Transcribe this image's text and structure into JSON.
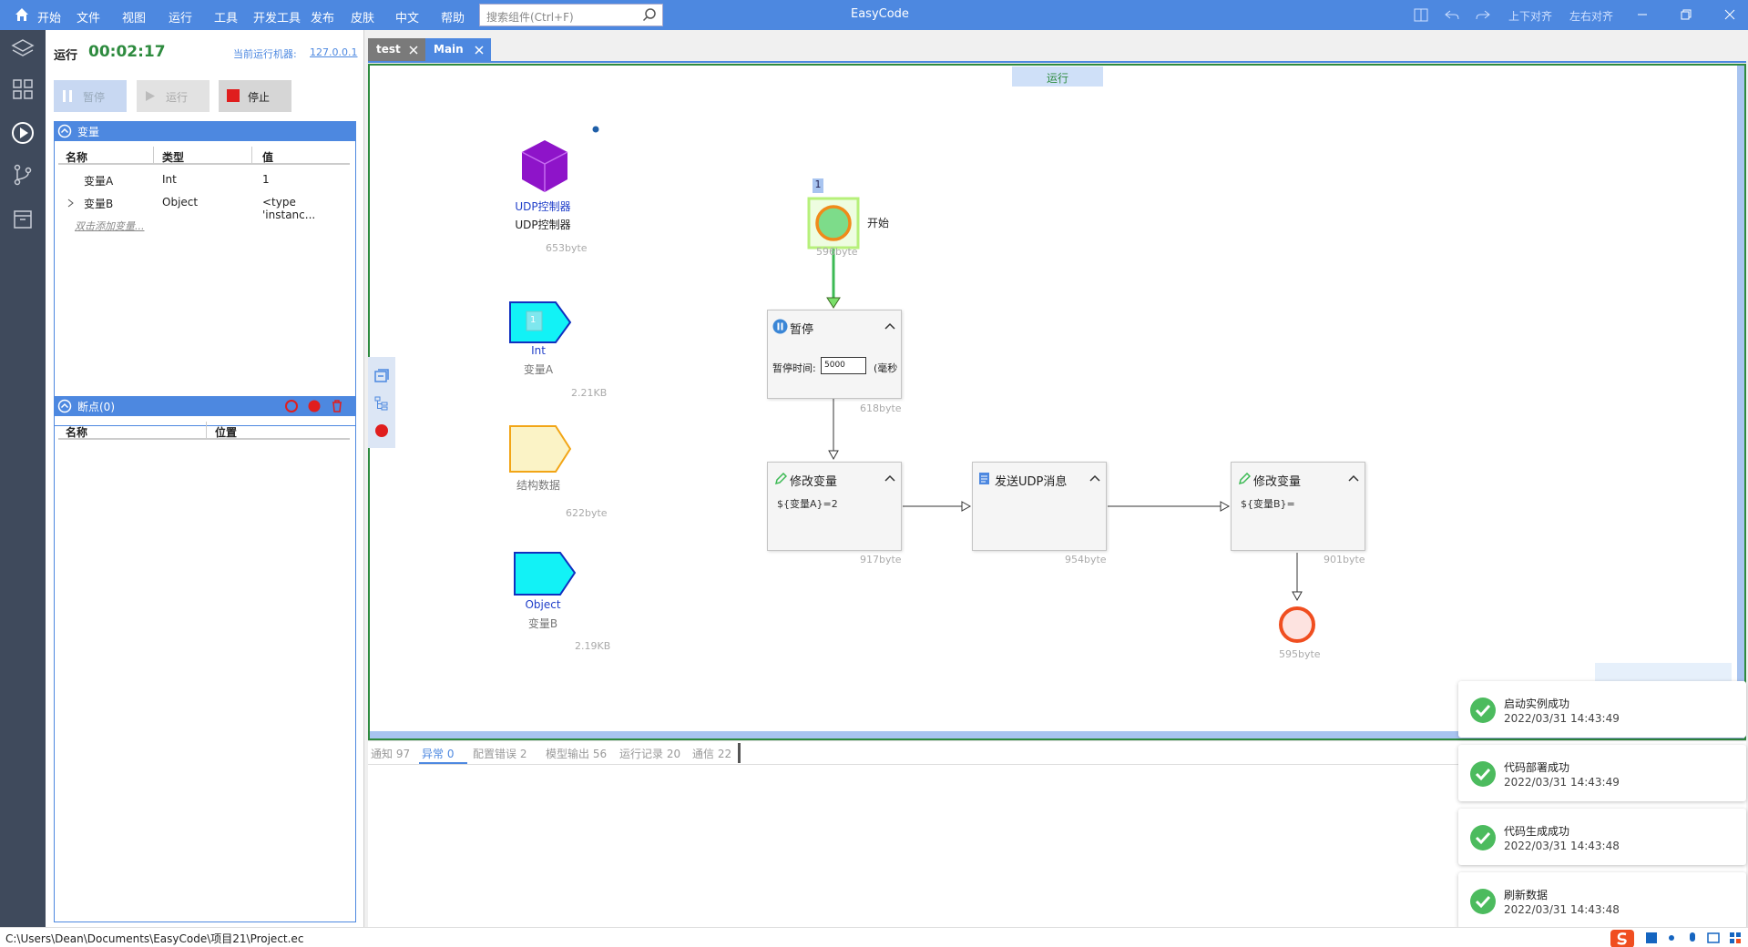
{
  "menu": {
    "home": "开始",
    "file": "文件",
    "view": "视图",
    "run": "运行",
    "tools": "工具",
    "devtools": "开发工具",
    "publish": "发布",
    "skin": "皮肤",
    "lang": "中文",
    "help": "帮助"
  },
  "search": {
    "placeholder": "搜索组件(Ctrl+F)"
  },
  "app_title": "EasyCode",
  "toolbar_right": {
    "align_vertical": "上下对齐",
    "align_horizontal": "左右对齐"
  },
  "run_panel": {
    "status_label": "运行",
    "elapsed": "00:02:17",
    "machine_label": "当前运行机器:",
    "machine_ip": "127.0.0.1",
    "pause_label": "暂停",
    "run_label": "运行",
    "stop_label": "停止"
  },
  "variables": {
    "title": "变量",
    "columns": [
      "名称",
      "类型",
      "值"
    ],
    "rows": [
      {
        "name": "变量A",
        "type": "Int",
        "value": "1"
      },
      {
        "name": "变量B",
        "type": "Object",
        "value": "<type 'instanc..."
      }
    ],
    "add_hint": "双击添加变量..."
  },
  "breakpoints": {
    "title": "断点(0)",
    "columns": [
      "名称",
      "位置"
    ]
  },
  "tabs": [
    {
      "label": "test"
    },
    {
      "label": "Main"
    }
  ],
  "canvas": {
    "run_badge": "运行",
    "components": {
      "udp": {
        "label": "UDP控制器",
        "sublabel": "UDP控制器",
        "size": "653byte"
      },
      "int": {
        "label": "Int",
        "sublabel": "变量A",
        "size": "2.21KB",
        "value": "1"
      },
      "struct": {
        "sublabel": "结构数据",
        "size": "622byte"
      },
      "object": {
        "label": "Object",
        "sublabel": "变量B",
        "size": "2.19KB"
      }
    },
    "start": {
      "badge": "1",
      "label": "开始",
      "size": "596byte"
    },
    "pause_node": {
      "title": "暂停",
      "field_label": "暂停时间:",
      "field_value": "5000",
      "unit": "(毫秒",
      "size": "618byte"
    },
    "modify1": {
      "title": "修改变量",
      "expr": "${变量A}=2",
      "size": "917byte"
    },
    "send_udp": {
      "title": "发送UDP消息",
      "size": "954byte"
    },
    "modify2": {
      "title": "修改变量",
      "expr": "${变量B}=",
      "size": "901byte"
    },
    "end": {
      "size": "595byte"
    }
  },
  "bottom_tabs": [
    {
      "label": "通知 97"
    },
    {
      "label": "异常 0"
    },
    {
      "label": "配置错误 2"
    },
    {
      "label": "模型输出 56"
    },
    {
      "label": "运行记录 20"
    },
    {
      "label": "通信 22"
    }
  ],
  "toasts": [
    {
      "title": "启动实例成功",
      "time": "2022/03/31 14:43:49"
    },
    {
      "title": "代码部署成功",
      "time": "2022/03/31 14:43:49"
    },
    {
      "title": "代码生成成功",
      "time": "2022/03/31 14:43:48"
    },
    {
      "title": "刷新数据",
      "time": "2022/03/31 14:43:48"
    }
  ],
  "status_path": "C:\\Users\\Dean\\Documents\\EasyCode\\项目21\\Project.ec",
  "colors": {
    "accent": "#4d88e0",
    "run_green": "#2e8b3f",
    "stop_red": "#e01e1e"
  }
}
